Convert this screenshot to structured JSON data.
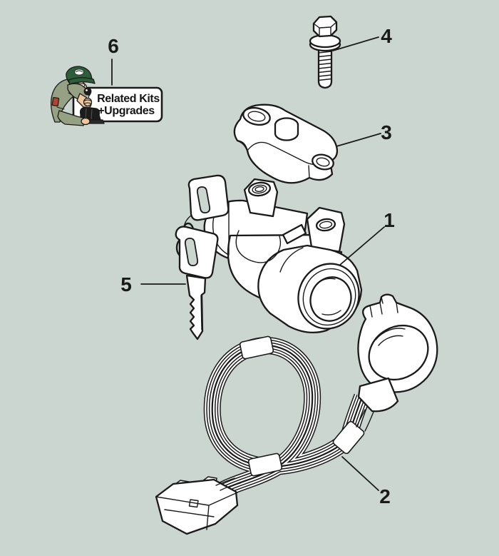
{
  "colors": {
    "bg": "#ccd6d0",
    "ink": "#1a1a1a",
    "paper": "#ffffff",
    "cap": "#2d5e3a",
    "shirt": "#96a083",
    "skin": "#f0c79c",
    "patch": "#b2432e"
  },
  "badge": {
    "line1": "Related Kits",
    "line2": "+Upgrades"
  },
  "callouts": [
    {
      "label": "1"
    },
    {
      "label": "2"
    },
    {
      "label": "3"
    },
    {
      "label": "4"
    },
    {
      "label": "5"
    },
    {
      "label": "6"
    }
  ]
}
